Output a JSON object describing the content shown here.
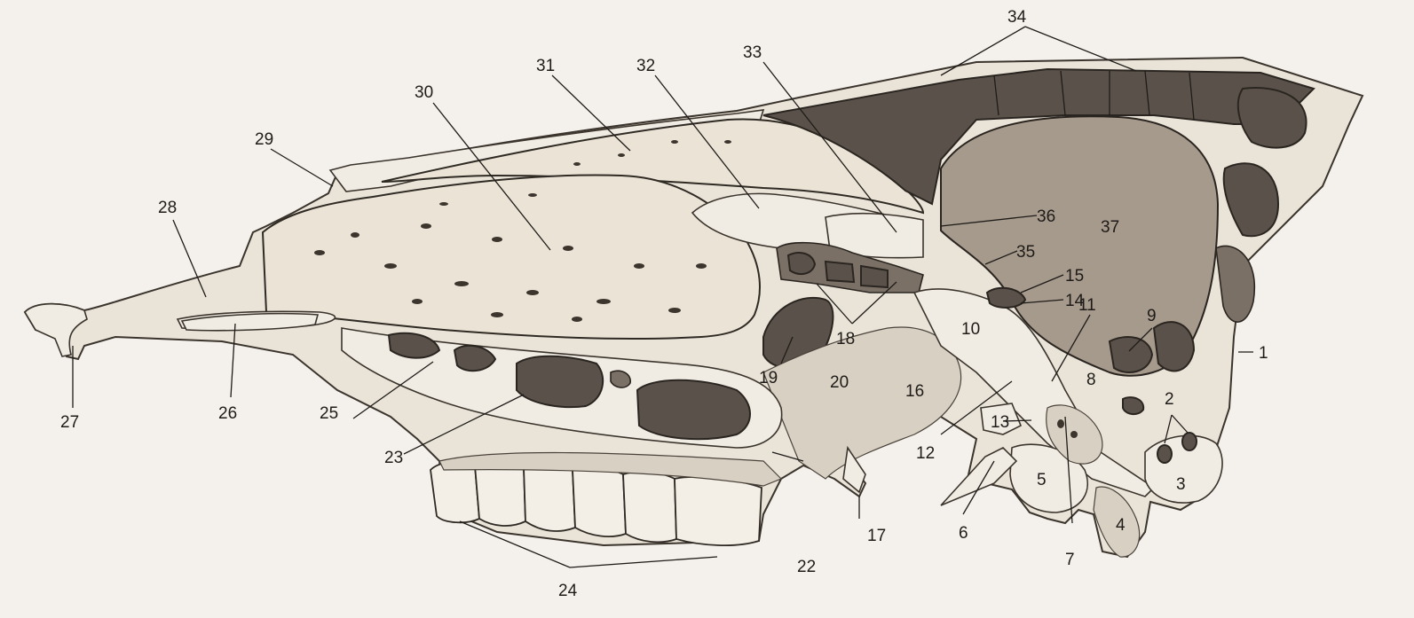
{
  "figure": {
    "labels": [
      {
        "id": "l1",
        "text": "1"
      },
      {
        "id": "l2",
        "text": "2"
      },
      {
        "id": "l3",
        "text": "3"
      },
      {
        "id": "l4",
        "text": "4"
      },
      {
        "id": "l5",
        "text": "5"
      },
      {
        "id": "l6",
        "text": "6"
      },
      {
        "id": "l7",
        "text": "7"
      },
      {
        "id": "l8",
        "text": "8"
      },
      {
        "id": "l9",
        "text": "9"
      },
      {
        "id": "l10",
        "text": "10"
      },
      {
        "id": "l11",
        "text": "11"
      },
      {
        "id": "l12",
        "text": "12"
      },
      {
        "id": "l13",
        "text": "13"
      },
      {
        "id": "l14",
        "text": "14"
      },
      {
        "id": "l15",
        "text": "15"
      },
      {
        "id": "l16",
        "text": "16"
      },
      {
        "id": "l17",
        "text": "17"
      },
      {
        "id": "l18",
        "text": "18"
      },
      {
        "id": "l19",
        "text": "19"
      },
      {
        "id": "l20",
        "text": "20"
      },
      {
        "id": "l22",
        "text": "22"
      },
      {
        "id": "l23",
        "text": "23"
      },
      {
        "id": "l24",
        "text": "24"
      },
      {
        "id": "l25",
        "text": "25"
      },
      {
        "id": "l26",
        "text": "26"
      },
      {
        "id": "l27",
        "text": "27"
      },
      {
        "id": "l28",
        "text": "28"
      },
      {
        "id": "l29",
        "text": "29"
      },
      {
        "id": "l30",
        "text": "30"
      },
      {
        "id": "l31",
        "text": "31"
      },
      {
        "id": "l32",
        "text": "32"
      },
      {
        "id": "l33",
        "text": "33"
      },
      {
        "id": "l34",
        "text": "34"
      },
      {
        "id": "l35",
        "text": "35"
      },
      {
        "id": "l36",
        "text": "36"
      },
      {
        "id": "l37",
        "text": "37"
      }
    ]
  },
  "colors": {
    "background": "#f4f1ec",
    "ink": "#1e1b18",
    "bone": "#e9e3d8",
    "sinus": "#5a524a",
    "brain_cavity": "#a69a8c"
  }
}
